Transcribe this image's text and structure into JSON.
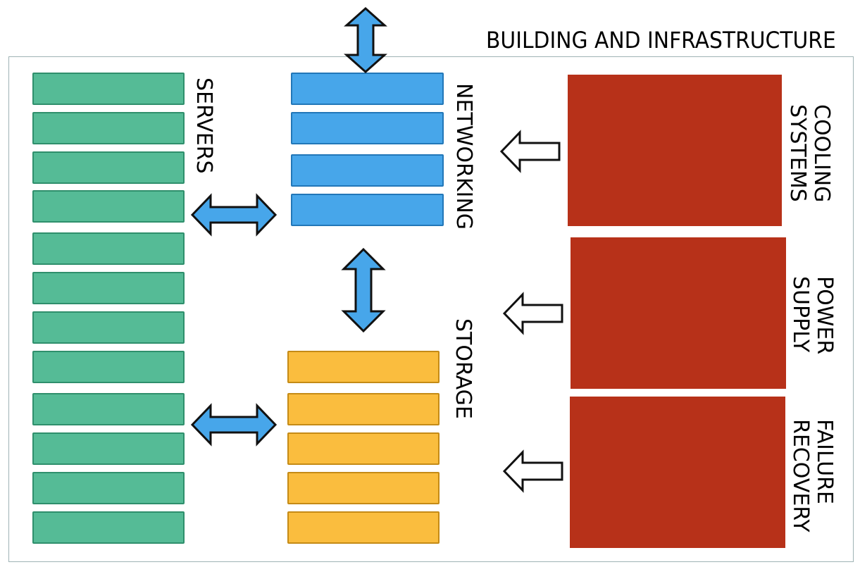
{
  "title": "BUILDING AND INFRASTRUCTURE",
  "servers": {
    "label": "SERVERS",
    "count": 12,
    "color": "#55bb96"
  },
  "networking": {
    "label": "NETWORKING",
    "count": 4,
    "color": "#47a6ea"
  },
  "storage": {
    "label": "STORAGE",
    "count": 5,
    "color": "#fabd3e"
  },
  "facilities": [
    {
      "line1": "COOLING",
      "line2": "SYSTEMS",
      "color": "#b73119"
    },
    {
      "line1": "POWER",
      "line2": "SUPPLY",
      "color": "#b73119"
    },
    {
      "line1": "FAILURE",
      "line2": "RECOVERY",
      "color": "#b73119"
    }
  ],
  "icons": {
    "double_arrow": "double-arrow-icon",
    "hollow_arrow": "hollow-left-arrow-icon"
  }
}
